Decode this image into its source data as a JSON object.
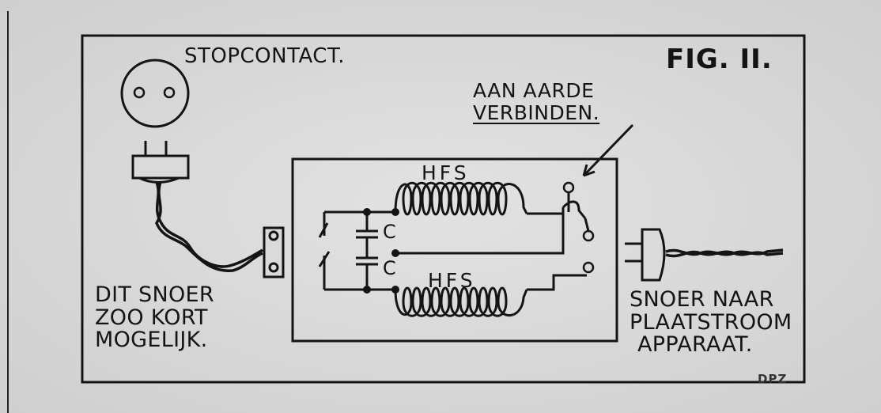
{
  "figure": {
    "label": "FIG. II.",
    "socket_caption": "STOPCONTACT.",
    "earth_note": [
      "AAN AARDE",
      "VERBINDEN."
    ],
    "coil_top_label": "HFS",
    "coil_bottom_label": "HFS",
    "capacitor_labels": [
      "C",
      "C"
    ],
    "left_note": [
      "DIT SNOER",
      "ZOO KORT",
      "MOGELIJK."
    ],
    "right_note": [
      "SNOER NAAR",
      "PLAATSTROOM",
      "APPARAAT."
    ],
    "signature": "DPZ"
  },
  "colors": {
    "paper": "#dcdcdc",
    "ink": "#141414"
  }
}
